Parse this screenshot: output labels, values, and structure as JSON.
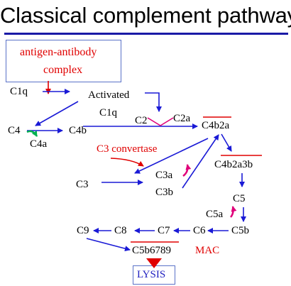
{
  "title": "Classical complement pathway",
  "colors": {
    "arrow": "#1a1ad6",
    "red": "#e00000",
    "green": "#00b050",
    "magenta": "#e0007a",
    "title_rule": "#1a1aa6",
    "box_border": "#5a72c8"
  },
  "labels": {
    "complex_line1": "antigen-antibody",
    "complex_line2": "complex",
    "c1q_top": "C1q",
    "activated": "Activated",
    "c1q_mid": "C1q",
    "c2": "C2",
    "c2a": "C2a",
    "c4": "C4",
    "c4b": "C4b",
    "c4a": "C4a",
    "c4b2a": "C4b2a",
    "c3_convertase": "C3 convertase",
    "c3": "C3",
    "c3a": "C3a",
    "c3b": "C3b",
    "c4b2a3b": "C4b2a3b",
    "c5": "C5",
    "c5a": "C5a",
    "c5b": "C5b",
    "c6": "C6",
    "c7": "C7",
    "c8": "C8",
    "c9": "C9",
    "c5b6789": "C5b6789",
    "mac": "MAC",
    "lysis": "LYSIS"
  }
}
